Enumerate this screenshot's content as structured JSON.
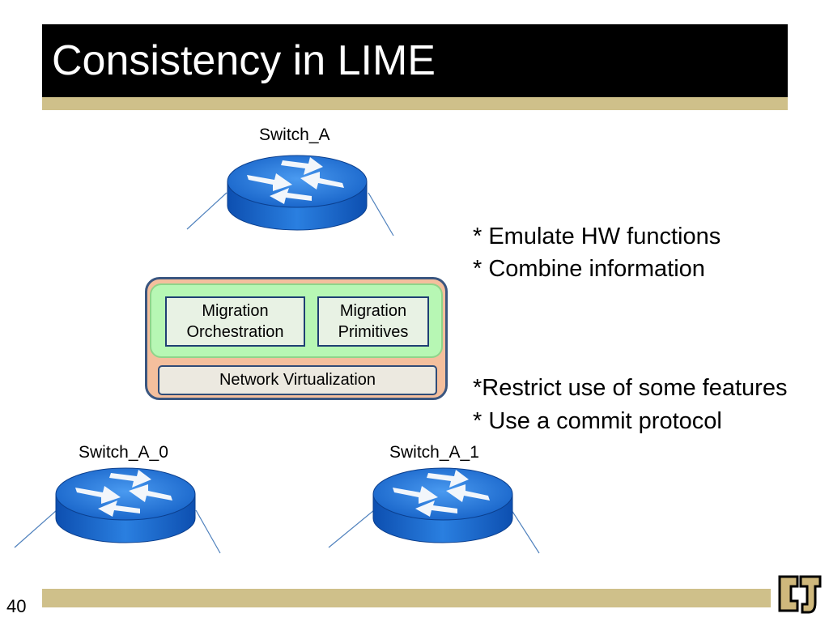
{
  "slide": {
    "title": "Consistency in LIME",
    "page_number": "40"
  },
  "switches": {
    "top": "Switch_A",
    "bottom_left": "Switch_A_0",
    "bottom_right": "Switch_A_1"
  },
  "stack": {
    "module_left": [
      "Migration",
      "Orchestration"
    ],
    "module_right": [
      "Migration",
      "Primitives"
    ],
    "base": "Network Virtualization"
  },
  "bullets": {
    "group1": [
      "* Emulate HW functions",
      "* Combine information"
    ],
    "group2": [
      "*Restrict use of some features",
      "* Use a commit protocol"
    ]
  },
  "colors": {
    "title_bg": "#000000",
    "accent_gold": "#cfc08a",
    "router_blue": "#1f6fd1"
  },
  "icons": {
    "router": "router-icon",
    "logo": "cu-logo-icon"
  }
}
